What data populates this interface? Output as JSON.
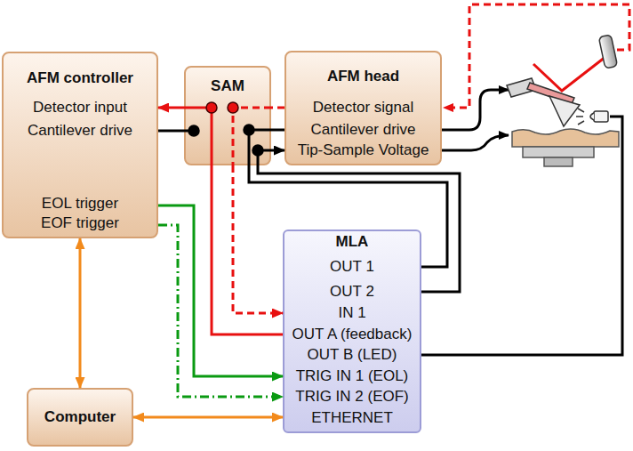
{
  "diagram": {
    "nodes": [
      {
        "text": [
          "AFM controller",
          "Detector input",
          "Cantilever drive",
          "EOL trigger",
          "EOF trigger"
        ]
      },
      {
        "text": [
          "SAM"
        ]
      },
      {
        "text": [
          "AFM head",
          "Detector signal",
          "Cantilever drive",
          "Tip-Sample Voltage"
        ]
      },
      {
        "text": [
          "MLA",
          "OUT 1",
          "OUT 2",
          "IN 1",
          "OUT A (feedback)",
          "OUT B (LED)",
          "TRIG IN 1 (EOL)",
          "TRIG IN 2 (EOF)",
          "ETHERNET"
        ]
      },
      {
        "text": [
          "Computer"
        ]
      }
    ],
    "edges": [
      {
        "from": 1,
        "to": 0,
        "arrow": "to"
      },
      {
        "from": 0,
        "to": 1,
        "arrow": "none"
      },
      {
        "from": 2,
        "to": 1,
        "arrow": "none"
      },
      {
        "from": 1,
        "to": 2,
        "arrow": "none"
      },
      {
        "from": 1,
        "to": 3,
        "arrow": "to"
      },
      {
        "from": 3,
        "to": 1,
        "arrow": "none"
      },
      {
        "from": 3,
        "to": 1,
        "arrow": "none"
      },
      {
        "from": 3,
        "to": 2,
        "arrow": "to"
      },
      {
        "from": 0,
        "to": 3,
        "arrow": "to"
      },
      {
        "from": 0,
        "to": 3,
        "arrow": "to"
      },
      {
        "from": 0,
        "to": 4,
        "arrow": "both"
      },
      {
        "from": 4,
        "to": 3,
        "arrow": "both"
      }
    ]
  }
}
